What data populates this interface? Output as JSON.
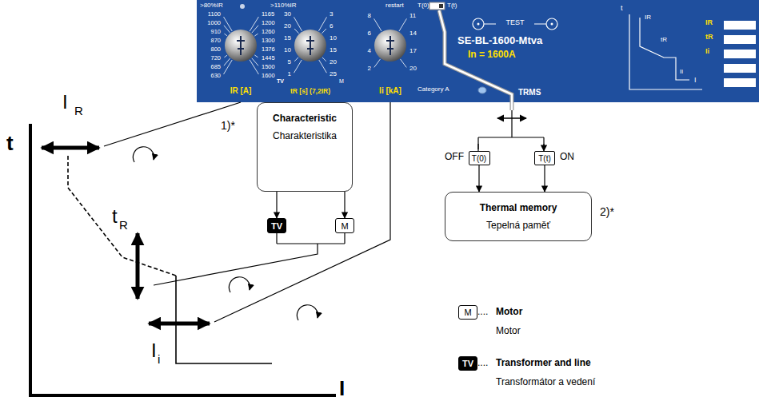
{
  "diagram": {
    "nodes": [
      {
        "text": [
          "Characteristic",
          "Charakteristika"
        ]
      },
      {
        "text": [
          "TV"
        ]
      },
      {
        "text": [
          "M"
        ]
      },
      {
        "text": [
          "T(0)"
        ]
      },
      {
        "text": [
          "T(t)"
        ]
      },
      {
        "text": [
          "Thermal memory",
          "Tepelná paměť"
        ]
      },
      {
        "text": [
          "M"
        ]
      },
      {
        "text": [
          "TV"
        ]
      }
    ],
    "edges": [
      {
        "from": 0,
        "to": 1,
        "arrow": "to"
      },
      {
        "from": 0,
        "to": 2,
        "arrow": "to"
      },
      {
        "from": 3,
        "to": 5,
        "arrow": "to"
      },
      {
        "from": 4,
        "to": 5,
        "arrow": "to"
      }
    ],
    "labels": [
      ">80%IR",
      ">110%IR",
      "restart",
      "T(0)",
      "T(t)",
      "1100",
      "1000",
      "910",
      "870",
      "800",
      "720",
      "685",
      "630",
      "1165",
      "1200",
      "1260",
      "1300",
      "1376",
      "1445",
      "1500",
      "1600",
      "IR [A]",
      "30",
      "20",
      "15",
      "10",
      "5",
      "1",
      "3",
      "6",
      "10",
      "15",
      "20",
      "25",
      "TV",
      "M",
      "tR [s] (7,2IR)",
      "8",
      "6",
      "4",
      "2",
      "11",
      "14",
      "17",
      "20",
      "Ii [kA]",
      "TEST",
      "SE-BL-1600-Mtva",
      "In = 1600A",
      "Category A",
      "TRMS",
      "t",
      "IR",
      "tR",
      "Ii",
      "I",
      "IR",
      "tR",
      "Ii",
      "t",
      "I",
      "R",
      "t",
      "R",
      "I",
      "i",
      "I",
      "1)*",
      "2)*",
      "OFF",
      "ON",
      "....",
      "Motor",
      "....",
      "Transformátor a vedení"
    ],
    "legend": [
      {
        "text": "Motor"
      },
      {
        "text": "Transformer and line"
      }
    ]
  }
}
